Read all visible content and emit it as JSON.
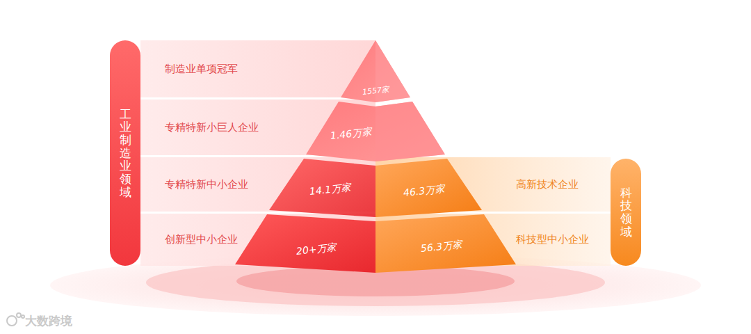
{
  "diagram": {
    "nodes": [
      {
        "text": [
          "工业制造业领域"
        ]
      },
      {
        "text": [
          "制造业单项冠军"
        ]
      },
      {
        "text": [
          "专精特新小巨人企业"
        ]
      },
      {
        "text": [
          "专精特新中小企业"
        ]
      },
      {
        "text": [
          "创新型中小企业"
        ]
      },
      {
        "text": [
          "1557家"
        ]
      },
      {
        "text": [
          "1.46万家"
        ]
      },
      {
        "text": [
          "14.1万家"
        ]
      },
      {
        "text": [
          "46.3万家"
        ]
      },
      {
        "text": [
          "20+万家"
        ]
      },
      {
        "text": [
          "56.3万家"
        ]
      },
      {
        "text": [
          "高新技术企业"
        ]
      },
      {
        "text": [
          "科技型中小企业"
        ]
      },
      {
        "text": [
          "科技领域"
        ]
      }
    ],
    "labels": [
      "大数跨境"
    ]
  }
}
